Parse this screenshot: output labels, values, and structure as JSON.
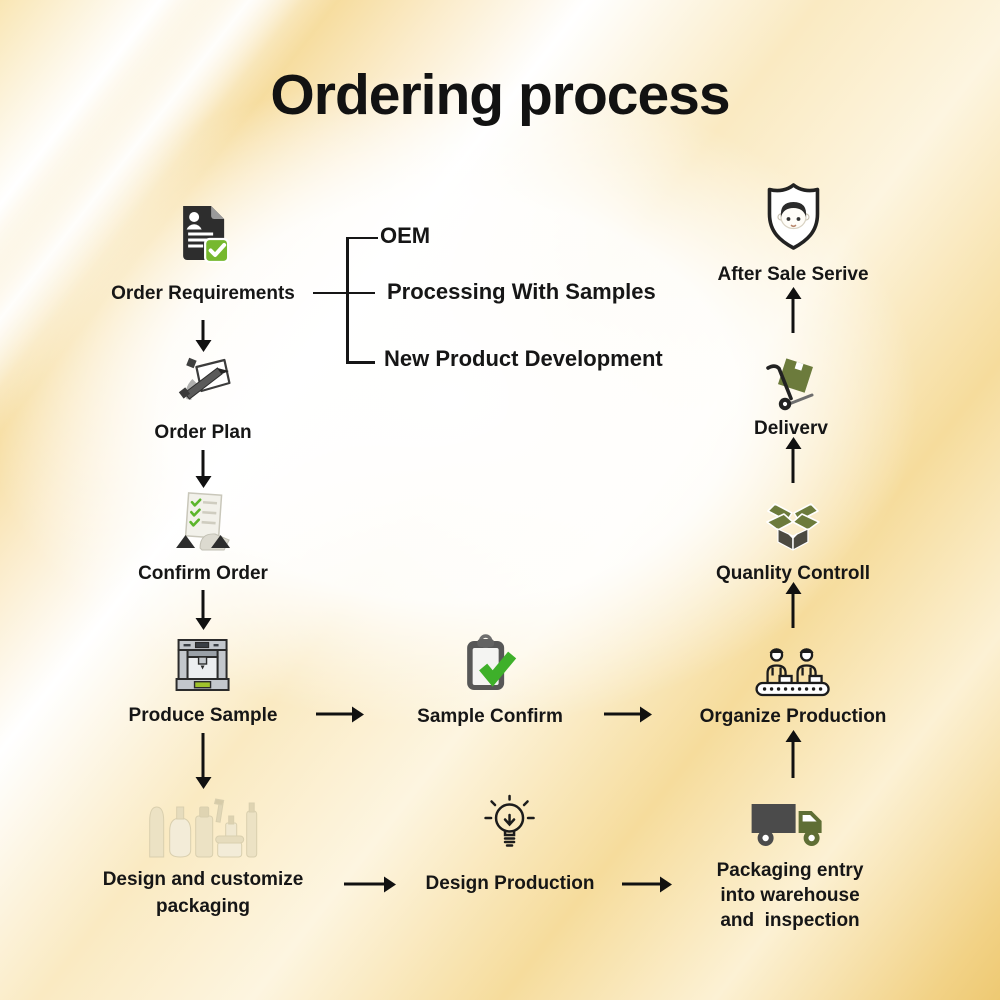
{
  "title": "Ordering process",
  "nodes": {
    "order_requirements": "Order Requirements",
    "order_plan": "Order Plan",
    "confirm_order": "Confirm Order",
    "produce_sample": "Produce Sample",
    "design_customize_line1": "Design and customize",
    "design_customize_line2": "packaging",
    "sample_confirm": "Sample Confirm",
    "design_production": "Design Production",
    "organize_production": "Organize Production",
    "packaging_entry_line1": "Packaging entry",
    "packaging_entry_line2": "into warehouse",
    "packaging_entry_line3": "and  inspection",
    "quality_control": "Quanlity Controll",
    "delivery": "Deliverv",
    "after_sale": "After Sale Serive"
  },
  "branches": {
    "oem": "OEM",
    "processing": "Processing With Samples",
    "new_product": "New Product Development"
  },
  "icons": {
    "order_requirements": "document-person-check-icon",
    "order_plan": "pencil-paper-icon",
    "confirm_order": "checklist-hands-icon",
    "produce_sample": "production-machine-icon",
    "sample_confirm": "clipboard-check-icon",
    "design_customize": "cosmetic-bottles-icon",
    "design_production": "lightbulb-icon",
    "organize_production": "workers-conveyor-icon",
    "packaging_entry": "delivery-truck-icon",
    "quality_control": "open-box-icon",
    "delivery": "hand-truck-icon",
    "after_sale": "shield-person-icon"
  },
  "colors": {
    "text": "#161616",
    "arrow": "#111111",
    "check_green": "#5cb62c",
    "bright_green": "#76b82f",
    "olive_green": "#68763a",
    "machine_gray": "#c3c7cc",
    "background_gold": "#f6dc9c"
  }
}
